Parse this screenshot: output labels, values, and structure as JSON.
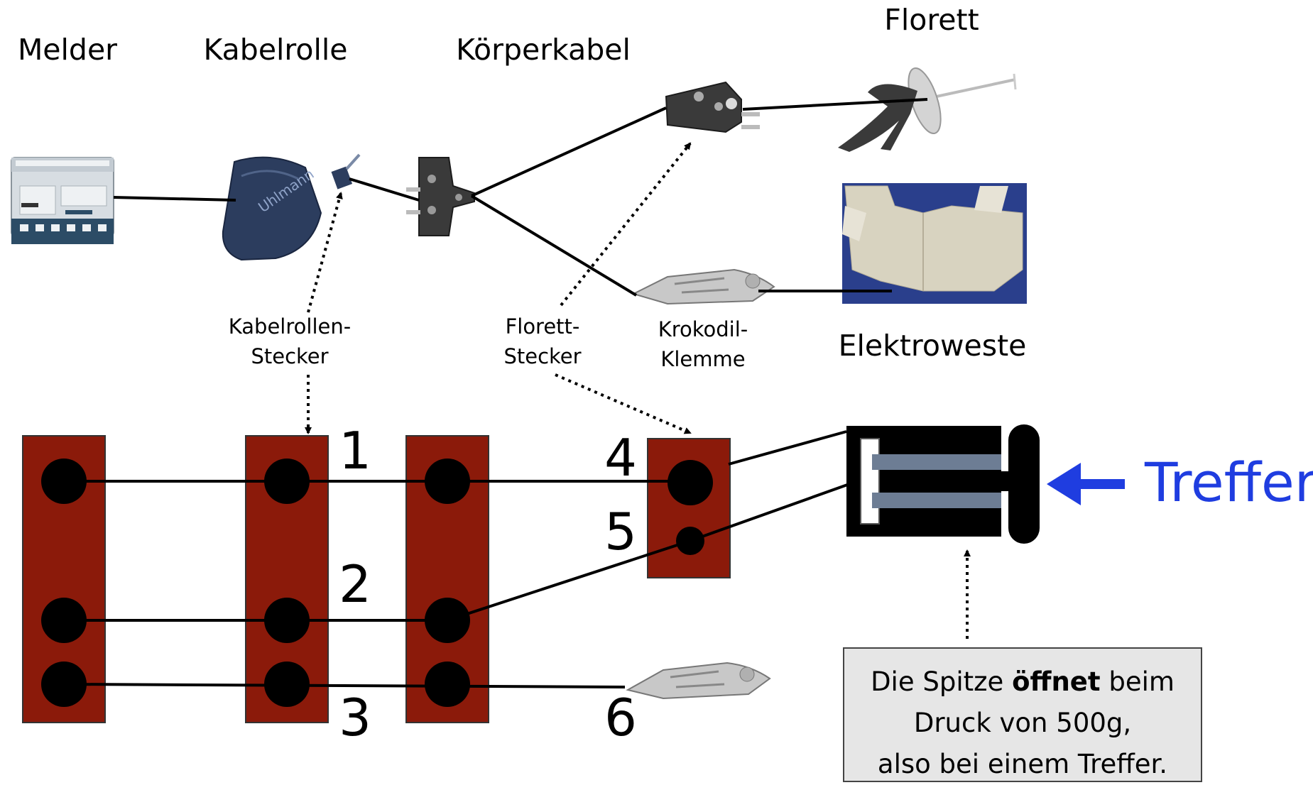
{
  "headers": {
    "melder": "Melder",
    "kabelrolle": "Kabelrolle",
    "koerperkabel": "Körperkabel",
    "florett": "Florett",
    "elektroweste": "Elektroweste"
  },
  "callouts": {
    "kabelrollen_stecker": [
      "Kabelrollen-",
      "Stecker"
    ],
    "florett_stecker": [
      "Florett-",
      "Stecker"
    ],
    "krokodil_klemme": [
      "Krokodil-",
      "Klemme"
    ]
  },
  "wire_numbers": [
    "1",
    "2",
    "3",
    "4",
    "5",
    "6"
  ],
  "hit_label": "Treffer",
  "note": {
    "line1_pre": "Die Spitze ",
    "line1_bold": "öffnet",
    "line1_post": " beim",
    "line2": "Druck von 500g,",
    "line3": "also bei einem Treffer."
  },
  "colors": {
    "connector": "#8b1a0a",
    "hit_arrow": "#1f3de0",
    "vest": "#d8d3c0",
    "vest_background": "#2a3f8c",
    "device": "#d7dde2",
    "device_base": "#2c4c66",
    "reel": "#2c3d5e"
  },
  "icons": [
    "scoring-machine-icon",
    "cable-reel-icon",
    "two-pin-plug-icon",
    "foil-plug-icon",
    "foil-weapon-icon",
    "alligator-clip-icon",
    "electric-vest-image"
  ]
}
